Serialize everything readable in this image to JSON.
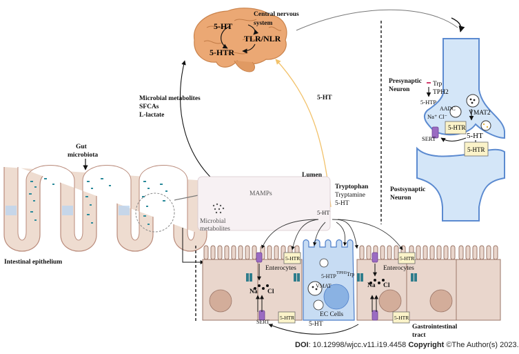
{
  "brain": {
    "caption_line1": "Central nervous",
    "caption_line2": "system",
    "label_5ht": "5-HT",
    "label_tlr": "TLR/NLR",
    "label_5htr": "5-HTR"
  },
  "pathway": {
    "metabolites_line1": "Microbial metabolites",
    "metabolites_line2": "SFCAs",
    "metabolites_line3": "L-lactate",
    "serotonin_arrow_label": "5-HT"
  },
  "gut": {
    "microbiota_line1": "Gut",
    "microbiota_line2": "microbiota",
    "epithelium_label": "Intestinal epithelium",
    "lumen_label": "Lumen",
    "mamps_label": "MAMPs",
    "metabolites_line1": "Microbial",
    "metabolites_line2": "metabolites",
    "tryptophan_line1": "Tryptophan",
    "tryptophan_line2": "Tryptamine",
    "tryptophan_line3": "5-HT",
    "release_5ht": "5-HT"
  },
  "cells": {
    "enterocytes_left": "Enterocytes",
    "enterocytes_right": "Enterocytes",
    "ec_cells": "EC Cells",
    "gi_line1": "Gastrointestinal",
    "gi_line2": "tract",
    "receptor": "5-HTR",
    "sert": "SERT",
    "na": "Na",
    "cl": "Cl",
    "htp": "5-HTP",
    "tph": "TPH1",
    "trp": "Trp",
    "vmat": "VMAT",
    "bottom_5ht": "5-HT"
  },
  "synapse": {
    "presynaptic_line1": "Presynaptic",
    "presynaptic_line2": "Neuron",
    "postsynaptic_line1": "Postsynaptic",
    "postsynaptic_line2": "Neuron",
    "trp": "Trp",
    "tph2": "TPH2",
    "htp": "5-HTP",
    "aadc": "AADC",
    "vmat2": "VMAT2",
    "na_cl": "Na⁺ Cl⁻",
    "pre_receptor": "5-HTR",
    "post_receptor": "5-HTR",
    "serotonin": "5-HT",
    "sert": "SERT"
  },
  "footer": {
    "doi_label": "DOI",
    "doi_value": ": 10.12998/wjcc.v11.i19.4458",
    "copyright_label": "Copyright",
    "copyright_value": " ©The Author(s) 2023."
  },
  "colors": {
    "villus_fill": "#eedcd0",
    "villus_stroke": "#b98a7a",
    "cell_fill": "#e9d6cc",
    "ec_fill": "#c7dcf3",
    "neuron_fill": "#cfe3f7",
    "neuron_stroke": "#4a7cc8",
    "receptor_fill": "#fbf3c9",
    "brain": "#e8a46f",
    "serotonin_arrow": "#f2c26b",
    "sert_purple": "#8d5bb3"
  }
}
